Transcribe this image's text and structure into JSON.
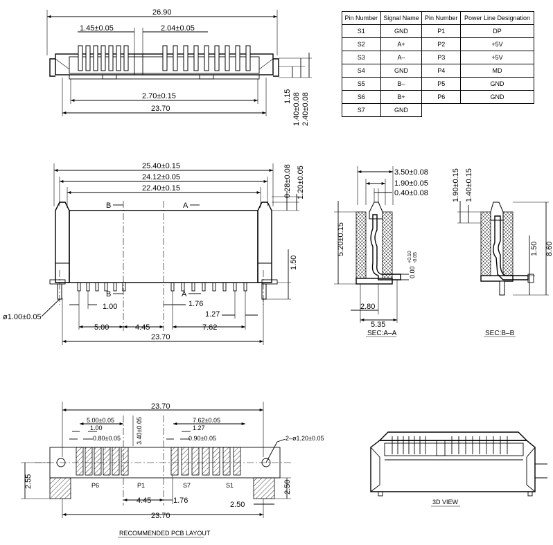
{
  "table": {
    "headers": [
      "Pin Number",
      "Signal Name",
      "Pin Number",
      "Power Line Designation"
    ],
    "rows": [
      [
        "S1",
        "GND",
        "P1",
        "DP"
      ],
      [
        "S2",
        "A+",
        "P2",
        "+5V"
      ],
      [
        "S3",
        "A–",
        "P3",
        "+5V"
      ],
      [
        "S4",
        "GND",
        "P4",
        "MD"
      ],
      [
        "S5",
        "B–",
        "P5",
        "GND"
      ],
      [
        "S6",
        "B+",
        "P6",
        "GND"
      ],
      [
        "S7",
        "GND",
        "",
        ""
      ]
    ]
  },
  "top_view": {
    "overall": "26.90",
    "pitch_left": "1.45±0.05",
    "pitch_right": "2.04±0.05",
    "inner": "2.70±0.15",
    "width": "23.70",
    "h1": "1.15",
    "h2": "1.40±0.08",
    "h3": "2.40±0.08"
  },
  "front_view": {
    "d1": "25.40±0.15",
    "d2": "24.12±0.05",
    "d3": "22.40±0.15",
    "v1": "0.28±0.08",
    "v2": "1.20±0.05",
    "v3": "1.50",
    "sec_b": "B",
    "sec_a": "A",
    "hole": "ø1.00±0.05",
    "p1": "1.00",
    "p2": "1.76",
    "p3": "1.27",
    "p4": "5.00",
    "p5": "4.45",
    "p6": "7.62",
    "width": "23.70"
  },
  "sec_a": {
    "d1": "3.50±0.08",
    "d2": "1.90±0.05",
    "d3": "0.40±0.08",
    "h": "5.20±0.15",
    "t1": "0.00",
    "t2": "+0.10",
    "t3": "-0.05",
    "w1": "2.80",
    "w2": "5.35",
    "caption": "SEC:A–A"
  },
  "sec_b": {
    "v1": "1.90±0.15",
    "v2": "1.40±0.15",
    "v3": "1.50",
    "v4": "8.60",
    "caption": "SEC:B–B"
  },
  "pcb": {
    "width_top": "23.70",
    "l1": "5.00±0.05",
    "l2": "1.00",
    "l3": "0.80±0.05",
    "l4": "3.40±0.05",
    "r1": "7.62±0.05",
    "r2": "1.27",
    "r3": "0.90±0.05",
    "hole": "2–ø1.20±0.05",
    "h1": "2.55",
    "h2": "2.50",
    "pin_p6": "P6",
    "pin_p1": "P1",
    "pin_s7": "S7",
    "pin_s1": "S1",
    "b1": "4.45",
    "b2": "1.76",
    "b3": "2.50",
    "width_bottom": "23.70",
    "caption": "RECOMMENDED  PCB  LAYOUT"
  },
  "view3d": {
    "caption": "3D  VIEW"
  }
}
